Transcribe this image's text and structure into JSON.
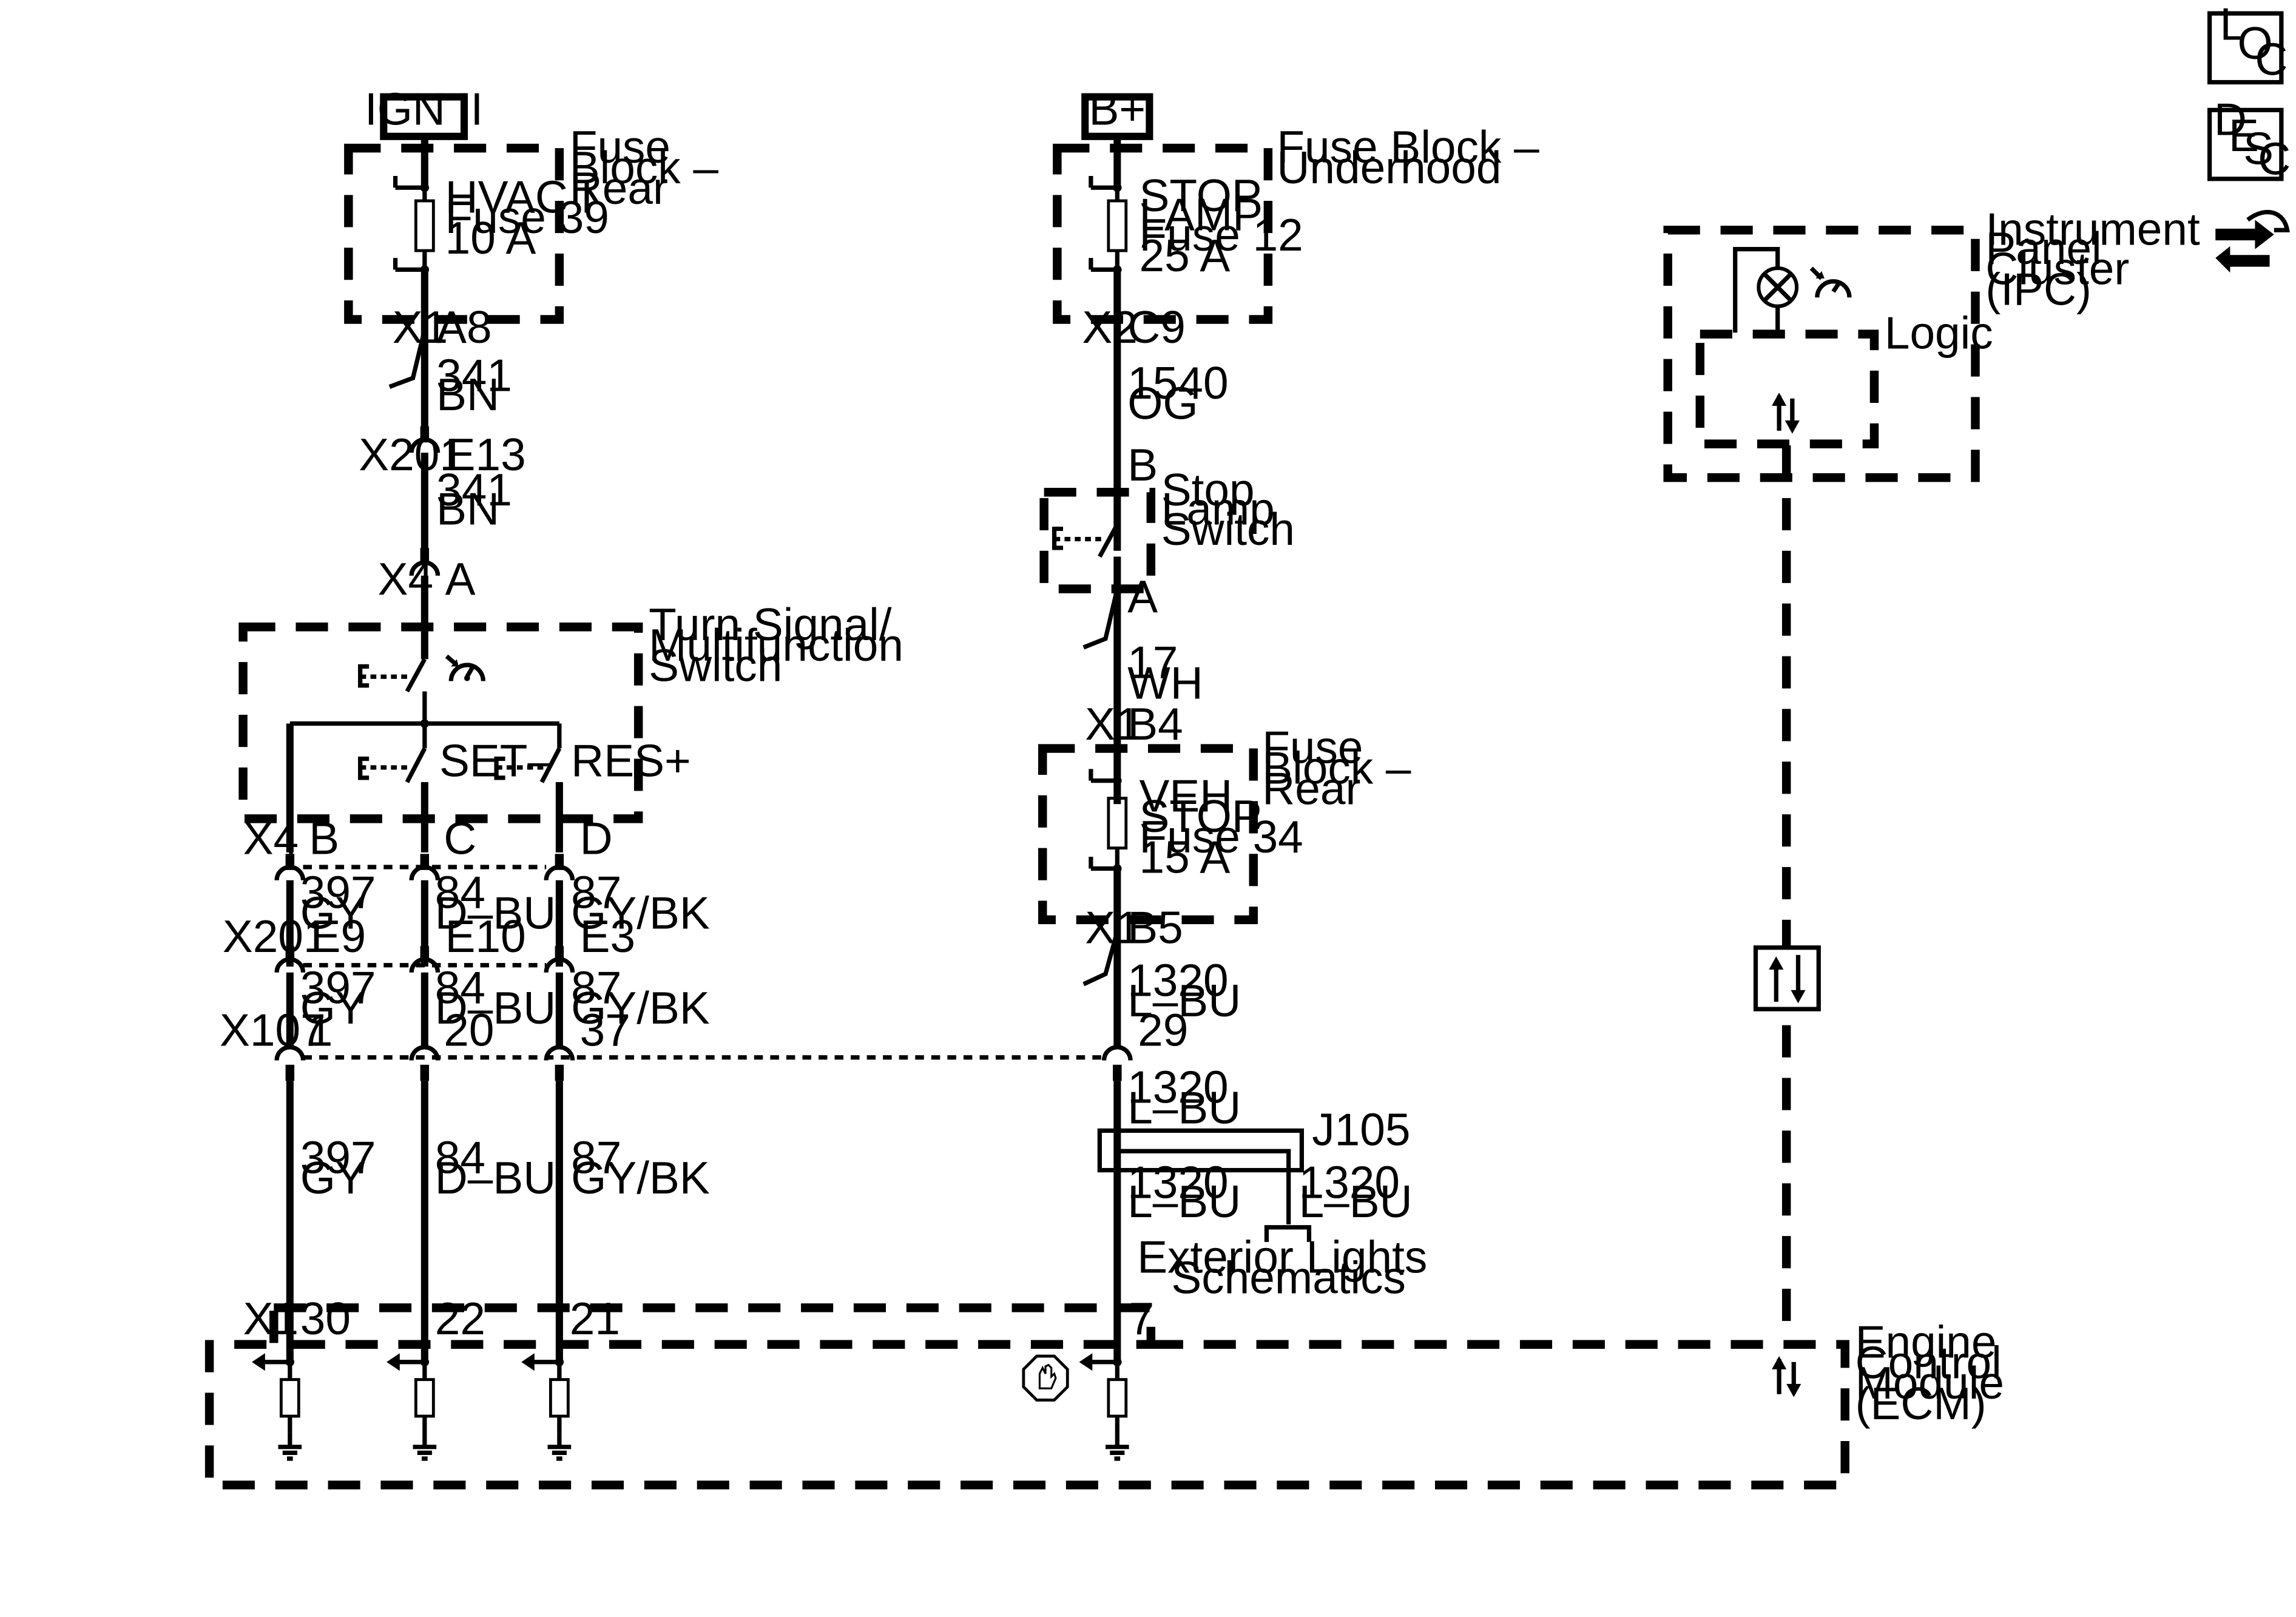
{
  "power": {
    "ign": "IGN II",
    "bplus": "B+"
  },
  "nav_icons": {
    "loc": [
      "L",
      "O",
      "C"
    ],
    "desc": [
      "D",
      "E",
      "S",
      "C"
    ],
    "connector_icon": "connector-tool-icon"
  },
  "fuse_block_rear_top": {
    "title": [
      "Fuse",
      "Block –",
      "Rear"
    ],
    "fuse": [
      "HVAC I",
      "Fuse 39",
      "10 A"
    ]
  },
  "fuse_block_underhood": {
    "title": [
      "Fuse Block –",
      "Underhood"
    ],
    "fuse": [
      "STOP",
      "LAMP",
      "Fuse 12",
      "25 A"
    ]
  },
  "ipc": {
    "title": [
      "Instrument",
      "Panel",
      "Cluster",
      "(IPC)"
    ],
    "logic": "Logic"
  },
  "left_chain": {
    "x1": "X1",
    "a8": "A8",
    "wire1": [
      "341",
      "BN"
    ],
    "x201": "X201",
    "e13": "E13",
    "wire2": [
      "341",
      "BN"
    ],
    "x4": "X4",
    "a": "A"
  },
  "turn_switch": {
    "title": [
      "Turn Signal/",
      "Multifunction",
      "Switch"
    ],
    "set": "SET–",
    "res": "RES+"
  },
  "x4_row": {
    "conn": "X4",
    "pins": [
      "B",
      "C",
      "D"
    ]
  },
  "wires_a": [
    [
      "397",
      "GY"
    ],
    [
      "84",
      "D–BU"
    ],
    [
      "87",
      "GY/BK"
    ]
  ],
  "x201_row": {
    "conn": "X201",
    "pins": [
      "E9",
      "E10",
      "E3"
    ]
  },
  "wires_b": [
    [
      "397",
      "GY"
    ],
    [
      "84",
      "D–BU"
    ],
    [
      "87",
      "GY/BK"
    ]
  ],
  "x107_row": {
    "conn": "X107",
    "pins": [
      "1",
      "20",
      "37",
      "29"
    ]
  },
  "wires_c": [
    [
      "397",
      "GY"
    ],
    [
      "84",
      "D–BU"
    ],
    [
      "87",
      "GY/BK"
    ]
  ],
  "mid_chain": {
    "x2": "X2",
    "c9": "C9",
    "wire1": [
      "1540",
      "OG"
    ],
    "pin_b": "B",
    "stop_switch": [
      "Stop",
      "Lamp",
      "Switch"
    ],
    "pin_a": "A",
    "wire2": [
      "17",
      "WH"
    ],
    "x1": "X1",
    "b4": "B4",
    "fuse_block_rear": {
      "title": [
        "Fuse",
        "Block –",
        "Rear"
      ],
      "fuse": [
        "VEH",
        "STOP",
        "Fuse 34",
        "15 A"
      ]
    },
    "x1b": "X1",
    "b5": "B5",
    "wire3": [
      "1320",
      "L–BU"
    ],
    "wire4": [
      "1320",
      "L–BU"
    ],
    "j105": "J105",
    "wire5": [
      "1320",
      "L–BU"
    ],
    "wire6": [
      "1320",
      "L–BU"
    ],
    "ext_lights": [
      "Exterior Lights",
      "Schematics"
    ]
  },
  "ecm": {
    "title": [
      "Engine",
      "Control",
      "Module",
      "(ECM)"
    ],
    "x1": "X1",
    "pins": [
      "30",
      "22",
      "21",
      "7"
    ]
  }
}
